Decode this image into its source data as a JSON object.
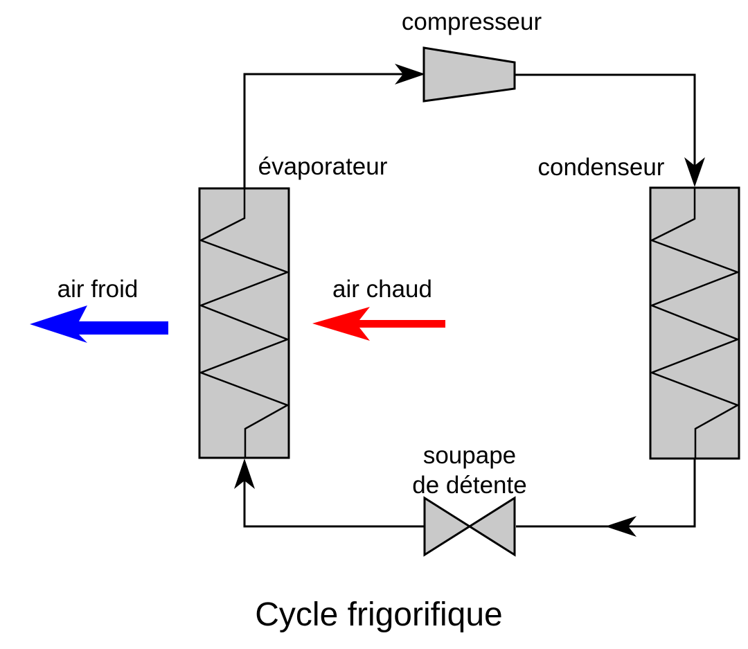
{
  "diagram": {
    "title": "Cycle frigorifique",
    "components": {
      "compressor": {
        "label": "compresseur"
      },
      "evaporator": {
        "label": "évaporateur"
      },
      "condenser": {
        "label": "condenseur"
      },
      "expansion_valve": {
        "label_line1": "soupape",
        "label_line2": "de détente"
      }
    },
    "flows": {
      "cold_air": {
        "label": "air froid",
        "color": "#0000ff"
      },
      "hot_air": {
        "label": "air chaud",
        "color": "#ff0000"
      }
    },
    "colors": {
      "component_fill": "#c9c9c9",
      "line": "#000000",
      "background": "#ffffff"
    }
  }
}
